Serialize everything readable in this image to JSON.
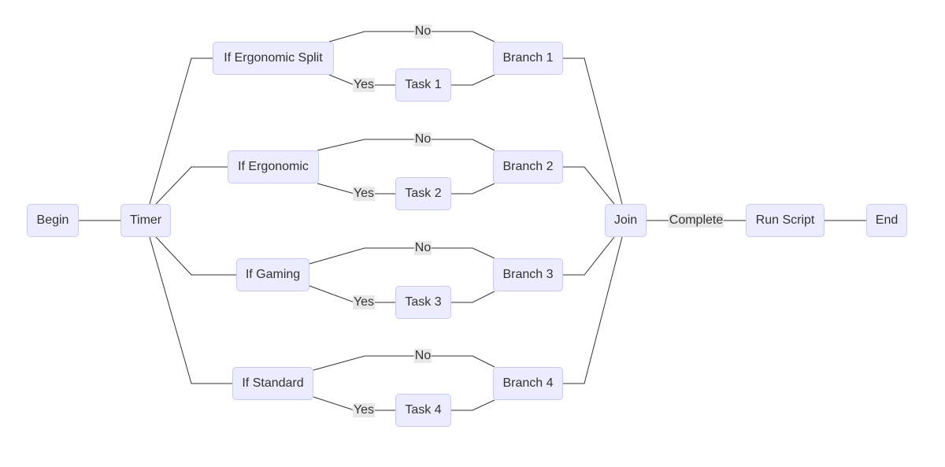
{
  "nodes": {
    "begin": "Begin",
    "timer": "Timer",
    "if1": "If Ergonomic Split",
    "if2": "If Ergonomic",
    "if3": "If Gaming",
    "if4": "If Standard",
    "task1": "Task 1",
    "task2": "Task 2",
    "task3": "Task 3",
    "task4": "Task 4",
    "branch1": "Branch 1",
    "branch2": "Branch 2",
    "branch3": "Branch 3",
    "branch4": "Branch 4",
    "join": "Join",
    "runscript": "Run Script",
    "end": "End"
  },
  "edge_labels": {
    "no": "No",
    "yes": "Yes",
    "complete": "Complete"
  },
  "colors": {
    "node_fill": "#ececff",
    "node_border": "#c9c9f2",
    "line": "#333333",
    "label_bg": "#e8e8e8"
  }
}
